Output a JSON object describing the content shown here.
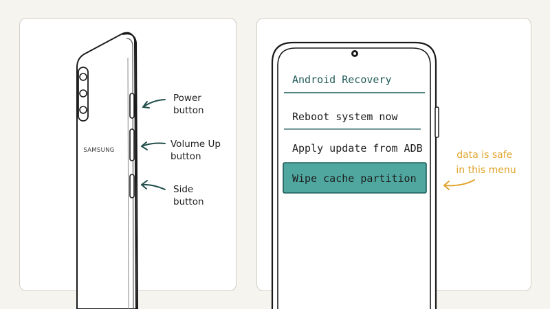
{
  "left_panel": {
    "brand": "SAMSUNG",
    "labels": [
      {
        "lines": [
          "Power",
          "button"
        ]
      },
      {
        "lines": [
          "Volume Up",
          "button"
        ]
      },
      {
        "lines": [
          "Side",
          "button"
        ]
      }
    ]
  },
  "right_panel": {
    "menu_title": "Android Recovery",
    "menu_items": [
      {
        "label": "Reboot system now",
        "highlighted": false
      },
      {
        "label": "Apply update from ADB",
        "highlighted": false
      },
      {
        "label": "Wipe cache partition",
        "highlighted": true
      }
    ],
    "note_lines": [
      "data is safe",
      "in this menu"
    ]
  },
  "colors": {
    "teal_highlight": "#4fa79f",
    "teal_dark": "#1f5b58",
    "arrow_teal": "#1f4d4a",
    "note_orange": "#e0a32a",
    "outline": "#1a1a1a"
  }
}
